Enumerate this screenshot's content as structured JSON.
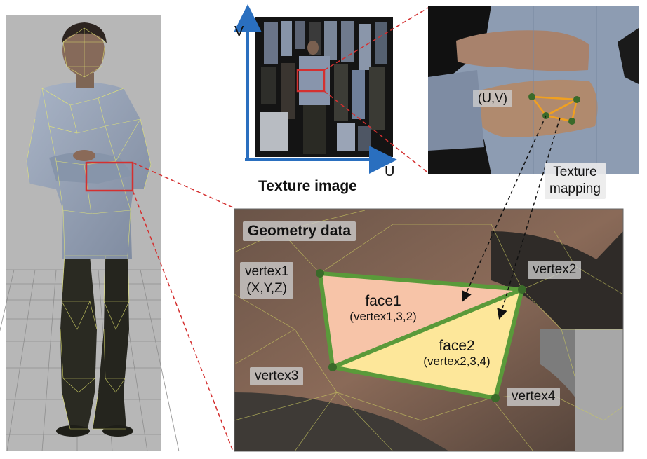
{
  "texture": {
    "caption": "Texture image",
    "axis_u": "U",
    "axis_v": "V",
    "uv_label": "(U,V)"
  },
  "mapping": {
    "label_line1": "Texture",
    "label_line2": "mapping"
  },
  "geometry": {
    "title": "Geometry data",
    "vertex1": "vertex1",
    "vertex1_coords": "(X,Y,Z)",
    "vertex2": "vertex2",
    "vertex3": "vertex3",
    "vertex4": "vertex4",
    "face1": "face1",
    "face1_def": "(vertex1,3,2)",
    "face2": "face2",
    "face2_def": "(vertex2,3,4)"
  },
  "colors": {
    "mesh_green": "#5a9a3a",
    "face1_fill": "#f7c4a8",
    "face2_fill": "#fde79a",
    "highlight_red": "#d43030",
    "axis_blue": "#2a6fbf",
    "uv_orange": "#f0a020",
    "wire_yellow": "#e8ea70"
  }
}
